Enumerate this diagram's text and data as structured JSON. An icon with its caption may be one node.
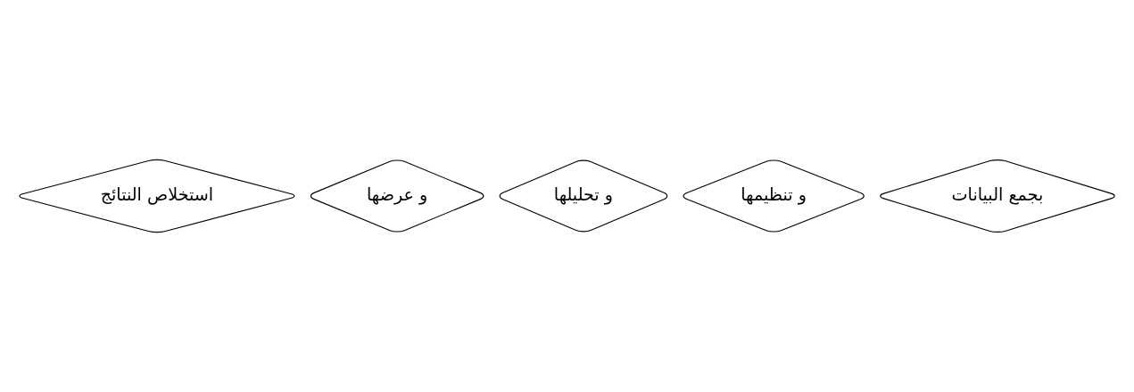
{
  "diagram": {
    "nodes": [
      {
        "text": [
          "بجمع البيانات"
        ]
      },
      {
        "text": [
          "و تنظيمها"
        ]
      },
      {
        "text": [
          "و تحليلها"
        ]
      },
      {
        "text": [
          "و عرضها"
        ]
      },
      {
        "text": [
          "استخلاص النتائج"
        ]
      }
    ]
  }
}
